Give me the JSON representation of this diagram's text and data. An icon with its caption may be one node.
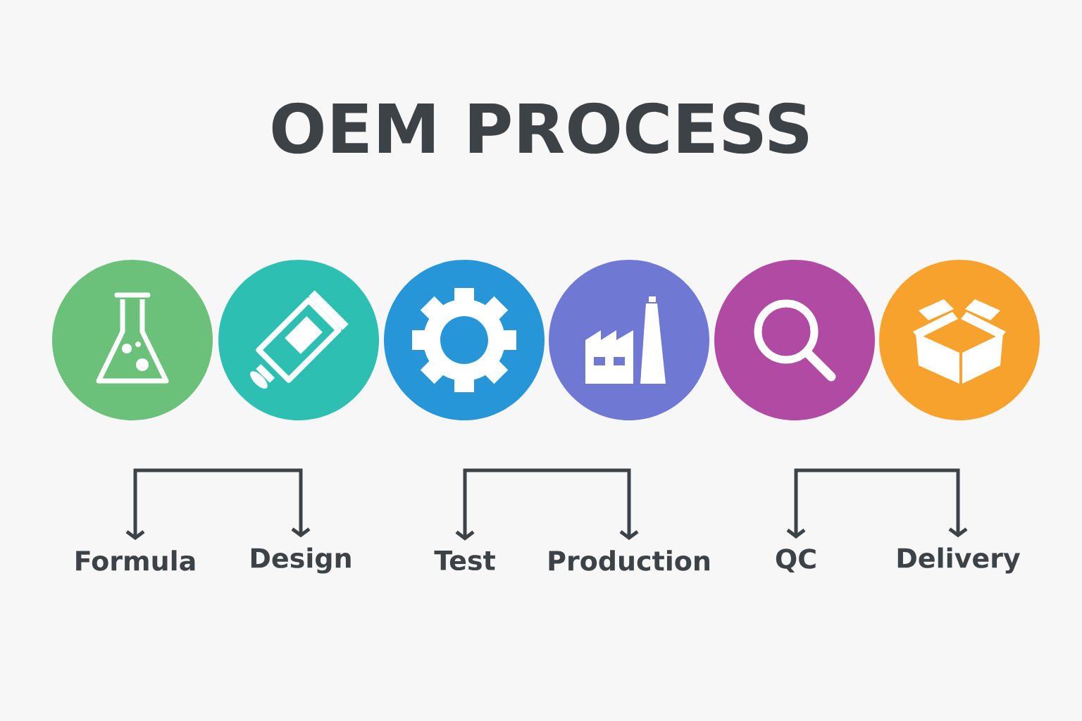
{
  "diagram": {
    "title": "OEM PROCESS",
    "nodes": [
      {
        "text": [],
        "shape": "circle"
      },
      {
        "text": [],
        "shape": "circle"
      },
      {
        "text": [],
        "shape": "circle"
      },
      {
        "text": [],
        "shape": "circle"
      },
      {
        "text": [],
        "shape": "circle"
      },
      {
        "text": [],
        "shape": "circle"
      },
      {
        "text": [
          "Formula"
        ]
      },
      {
        "text": [
          "Design"
        ]
      },
      {
        "text": [
          "Test"
        ]
      },
      {
        "text": [
          "Production"
        ]
      },
      {
        "text": [
          "QC"
        ]
      },
      {
        "text": [
          "Delivery"
        ]
      }
    ],
    "edges": [
      {
        "from": null,
        "to": 6,
        "arrow": "to"
      },
      {
        "from": null,
        "to": 7,
        "arrow": "to"
      },
      {
        "from": null,
        "to": 8,
        "arrow": "to"
      },
      {
        "from": null,
        "to": 9,
        "arrow": "to"
      },
      {
        "from": null,
        "to": 10,
        "arrow": "to"
      },
      {
        "from": null,
        "to": 11,
        "arrow": "to"
      }
    ]
  }
}
